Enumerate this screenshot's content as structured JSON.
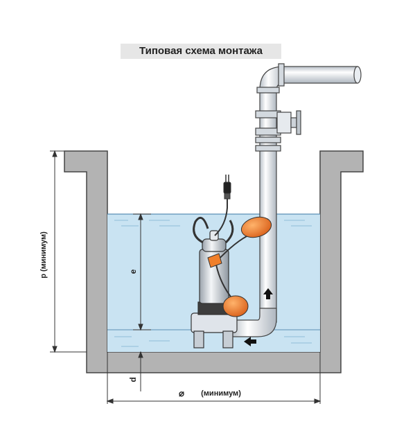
{
  "title": "Типовая схема монтажа",
  "labels": {
    "p": "p (минимум)",
    "e": "e",
    "d": "d",
    "diameter_symbol": "⌀",
    "width": "(минимум)"
  },
  "colors": {
    "wall": "#b3b3b3",
    "water": "#c9e3f2",
    "pipe": "#dfe4ea",
    "float": "#f07f2a",
    "outline": "#3a3a3a"
  }
}
